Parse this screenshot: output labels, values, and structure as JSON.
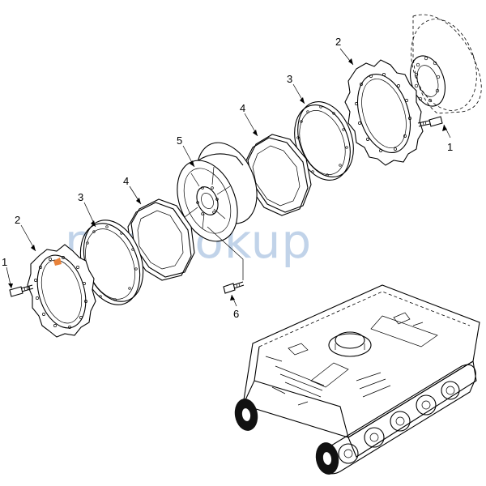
{
  "diagram": {
    "callouts": {
      "c1_right": "1",
      "c2_right": "2",
      "c3_right": "3",
      "c4_right": "4",
      "c5": "5",
      "c4_left": "4",
      "c3_left": "3",
      "c2_left": "2",
      "c1_left": "1",
      "c6": "6"
    },
    "watermark": "nsnlookup"
  }
}
